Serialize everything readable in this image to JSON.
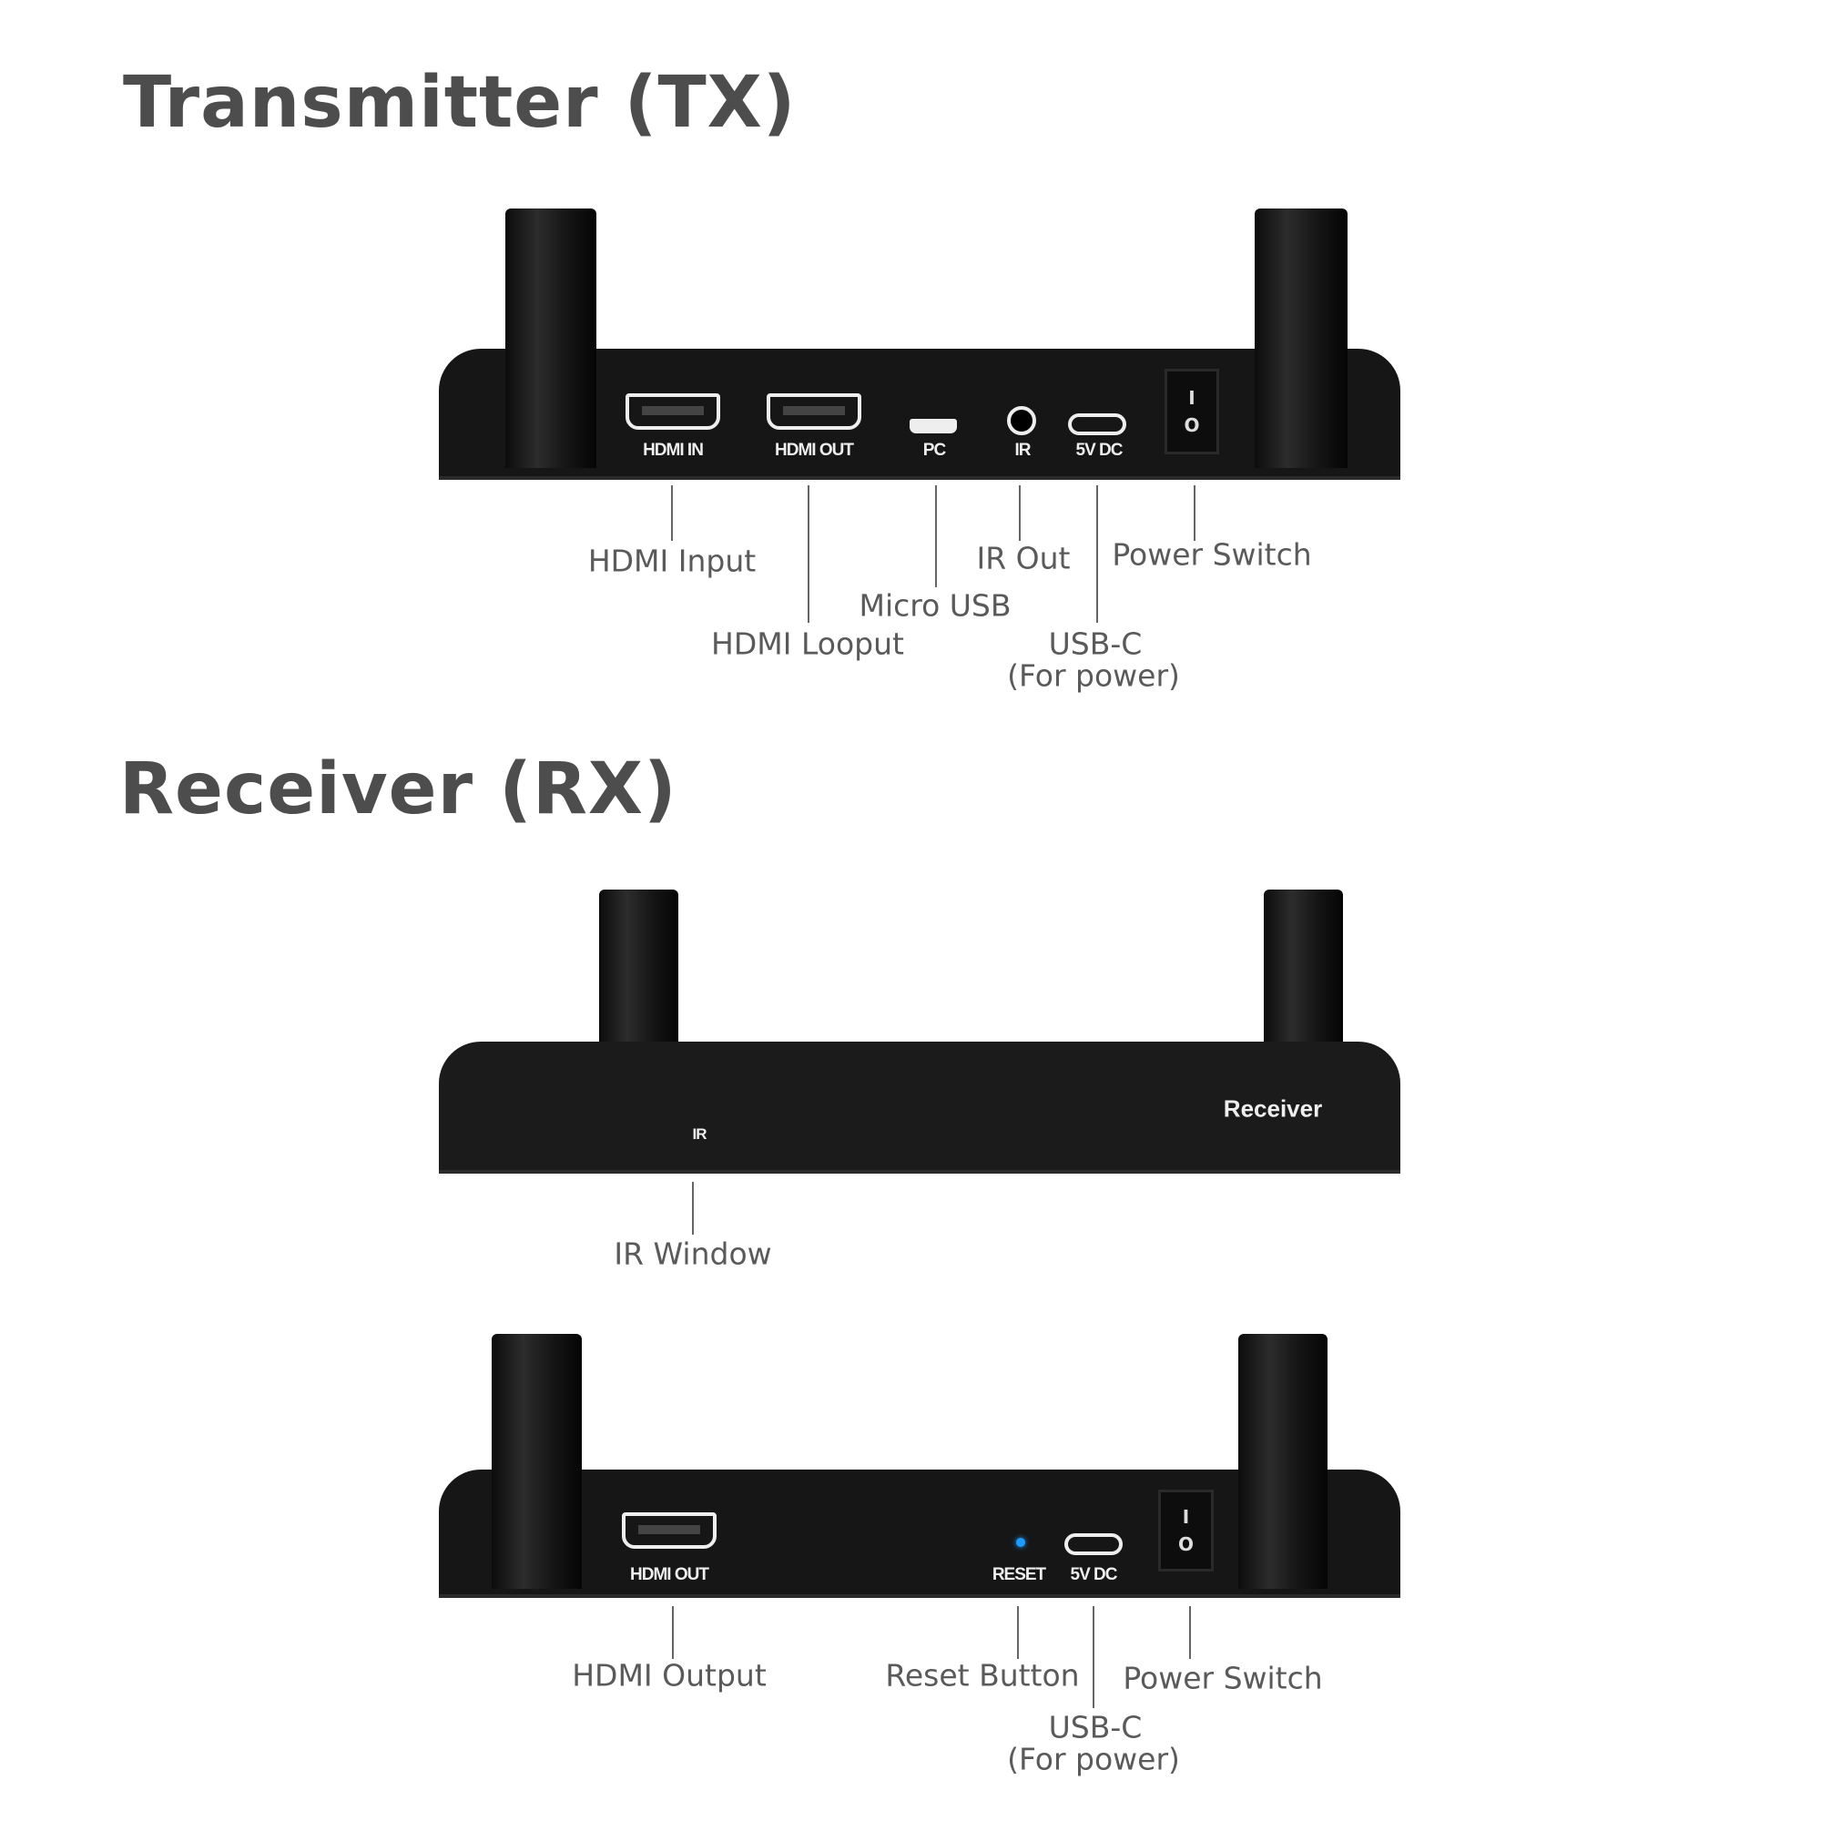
{
  "tx": {
    "title": "Transmitter (TX)",
    "ports": {
      "hdmi_in": "HDMI IN",
      "hdmi_out": "HDMI OUT",
      "pc": "PC",
      "ir": "IR",
      "dc": "5V DC"
    },
    "switch": {
      "on": "I",
      "off": "O"
    },
    "callouts": {
      "hdmi_input": "HDMI Input",
      "hdmi_looput": "HDMI Looput",
      "micro_usb": "Micro USB",
      "ir_out": "IR Out",
      "usbc_1": "USB-C",
      "usbc_2": "(For power)",
      "power_switch": "Power Switch"
    }
  },
  "rx": {
    "title": "Receiver (RX)",
    "front": {
      "brand": "Receiver",
      "ir": "IR",
      "callout_ir_window": "IR Window"
    },
    "back": {
      "ports": {
        "hdmi_out": "HDMI OUT",
        "reset": "RESET",
        "dc": "5V DC"
      },
      "switch": {
        "on": "I",
        "off": "O"
      },
      "callouts": {
        "hdmi_output": "HDMI Output",
        "reset_button": "Reset Button",
        "usbc_1": "USB-C",
        "usbc_2": "(For power)",
        "power_switch": "Power Switch"
      }
    }
  },
  "colors": {
    "led": "#1e9bff",
    "device": "#161616",
    "text": "#5a5a5a"
  }
}
